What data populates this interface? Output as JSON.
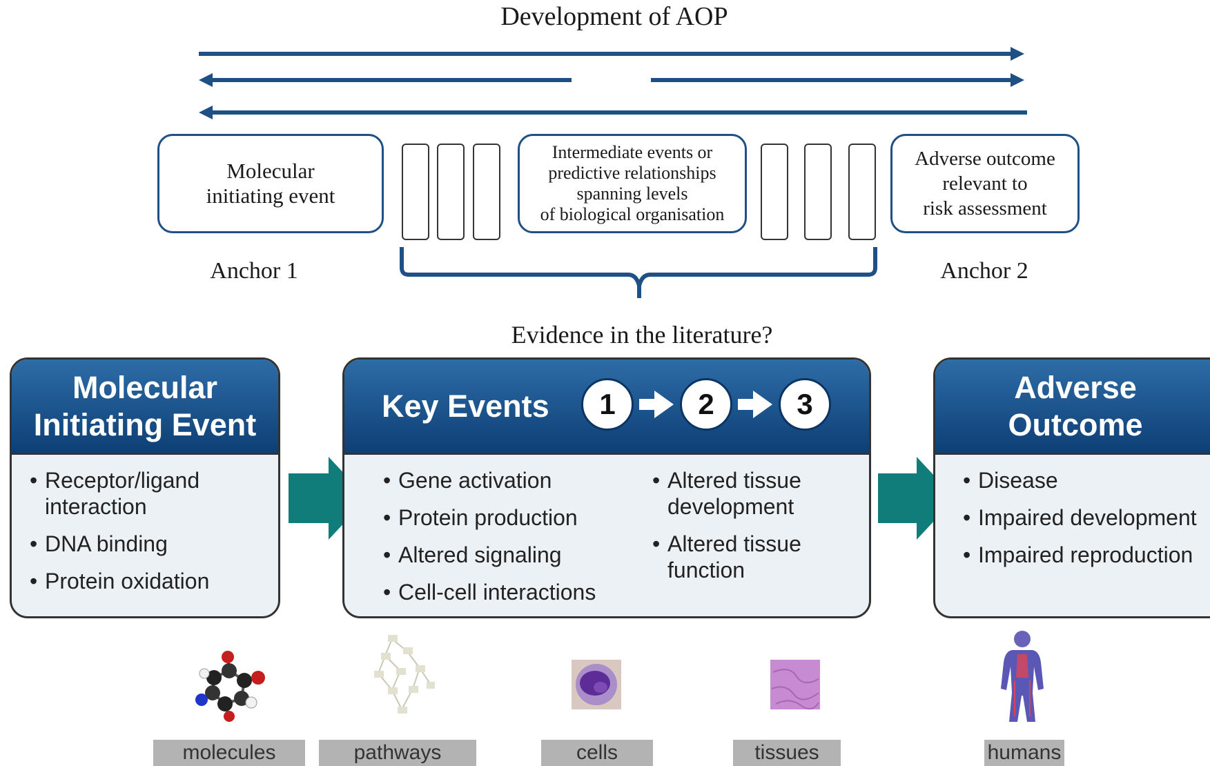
{
  "diagram": {
    "title": "Development of AOP",
    "top_boxes": {
      "mie": "Molecular\ninitiating event",
      "intermediate": "Intermediate events or\npredictive relationships\nspanning levels\nof biological organisation",
      "ao": "Adverse outcome\nrelevant to\nrisk assessment"
    },
    "anchors": {
      "left": "Anchor 1",
      "right": "Anchor 2"
    },
    "evidence_label": "Evidence in the literature?",
    "panels": {
      "mie": {
        "title": "Molecular\nInitiating Event",
        "items": [
          "Receptor/ligand\n interaction",
          "DNA binding",
          "Protein oxidation"
        ]
      },
      "key_events": {
        "title": "Key Events",
        "steps": [
          "1",
          "2",
          "3"
        ],
        "items_left": [
          "Gene activation",
          "Protein production",
          "Altered signaling",
          "Cell-cell interactions"
        ],
        "items_right": [
          "Altered tissue\n development",
          "Altered tissue\n function"
        ]
      },
      "ao": {
        "title": "Adverse\nOutcome",
        "items": [
          "Disease",
          "Impaired development",
          "Impaired reproduction"
        ]
      }
    },
    "levels": [
      "molecules",
      "pathways",
      "cells",
      "tissues",
      "humans"
    ],
    "colors": {
      "arrow_blue": "#1e4f85",
      "header_blue": "#0d3f75",
      "teal": "#117d7a",
      "label_gray": "#b3b3b3"
    }
  }
}
